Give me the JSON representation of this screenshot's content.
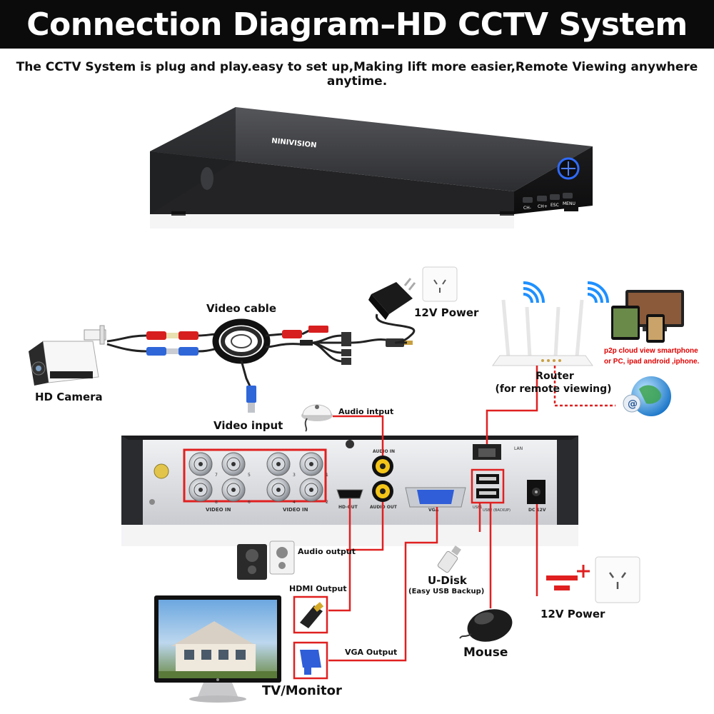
{
  "header": {
    "title": "Connection Diagram–HD CCTV System",
    "subtitle": "The CCTV System is plug and play.easy to set up,Making lift more easier,Remote Viewing anywhere anytime."
  },
  "dvr": {
    "brand": "NINIVISION",
    "buttons": [
      "CH-",
      "CH+",
      "ESC",
      "MENU"
    ]
  },
  "rear_panel": {
    "video_in_label": "VIDEO IN",
    "channel_numbers": [
      "7",
      "5",
      "8",
      "6",
      "3",
      "1",
      "4",
      "2"
    ],
    "audio_in_label": "AUDIO IN",
    "audio_out_label": "AUDIO OUT",
    "hdmi_label": "HD-OUT",
    "vga_label": "VGA",
    "lan_label": "LAN",
    "usb_label1": "USB1",
    "usb_label2": "USB2 (BACKUP)",
    "dc_label": "DC 12V"
  },
  "labels": {
    "video_cable": "Video cable",
    "power_top": "12V Power",
    "hd_camera": "HD Camera",
    "video_input": "Video input",
    "audio_input": "Audio intput",
    "router": "Router",
    "router_sub": "(for remote viewing)",
    "p2p_line1": "p2p cloud  view smartphone",
    "p2p_line2": "or PC, ipad android ,iphone.",
    "audio_output": "Audio output",
    "hdmi_output": "HDMI Output",
    "vga_output": "VGA Output",
    "udisk": "U-Disk",
    "udisk_sub": "(Easy USB Backup)",
    "power_bottom": "12V Power",
    "mouse": "Mouse",
    "tv": "TV/Monitor"
  },
  "colors": {
    "accent_red": "#e02020",
    "banner_bg": "#0b0b0b",
    "wifi_blue": "#1e90ff",
    "dvr_body": "#2a2a2c"
  }
}
